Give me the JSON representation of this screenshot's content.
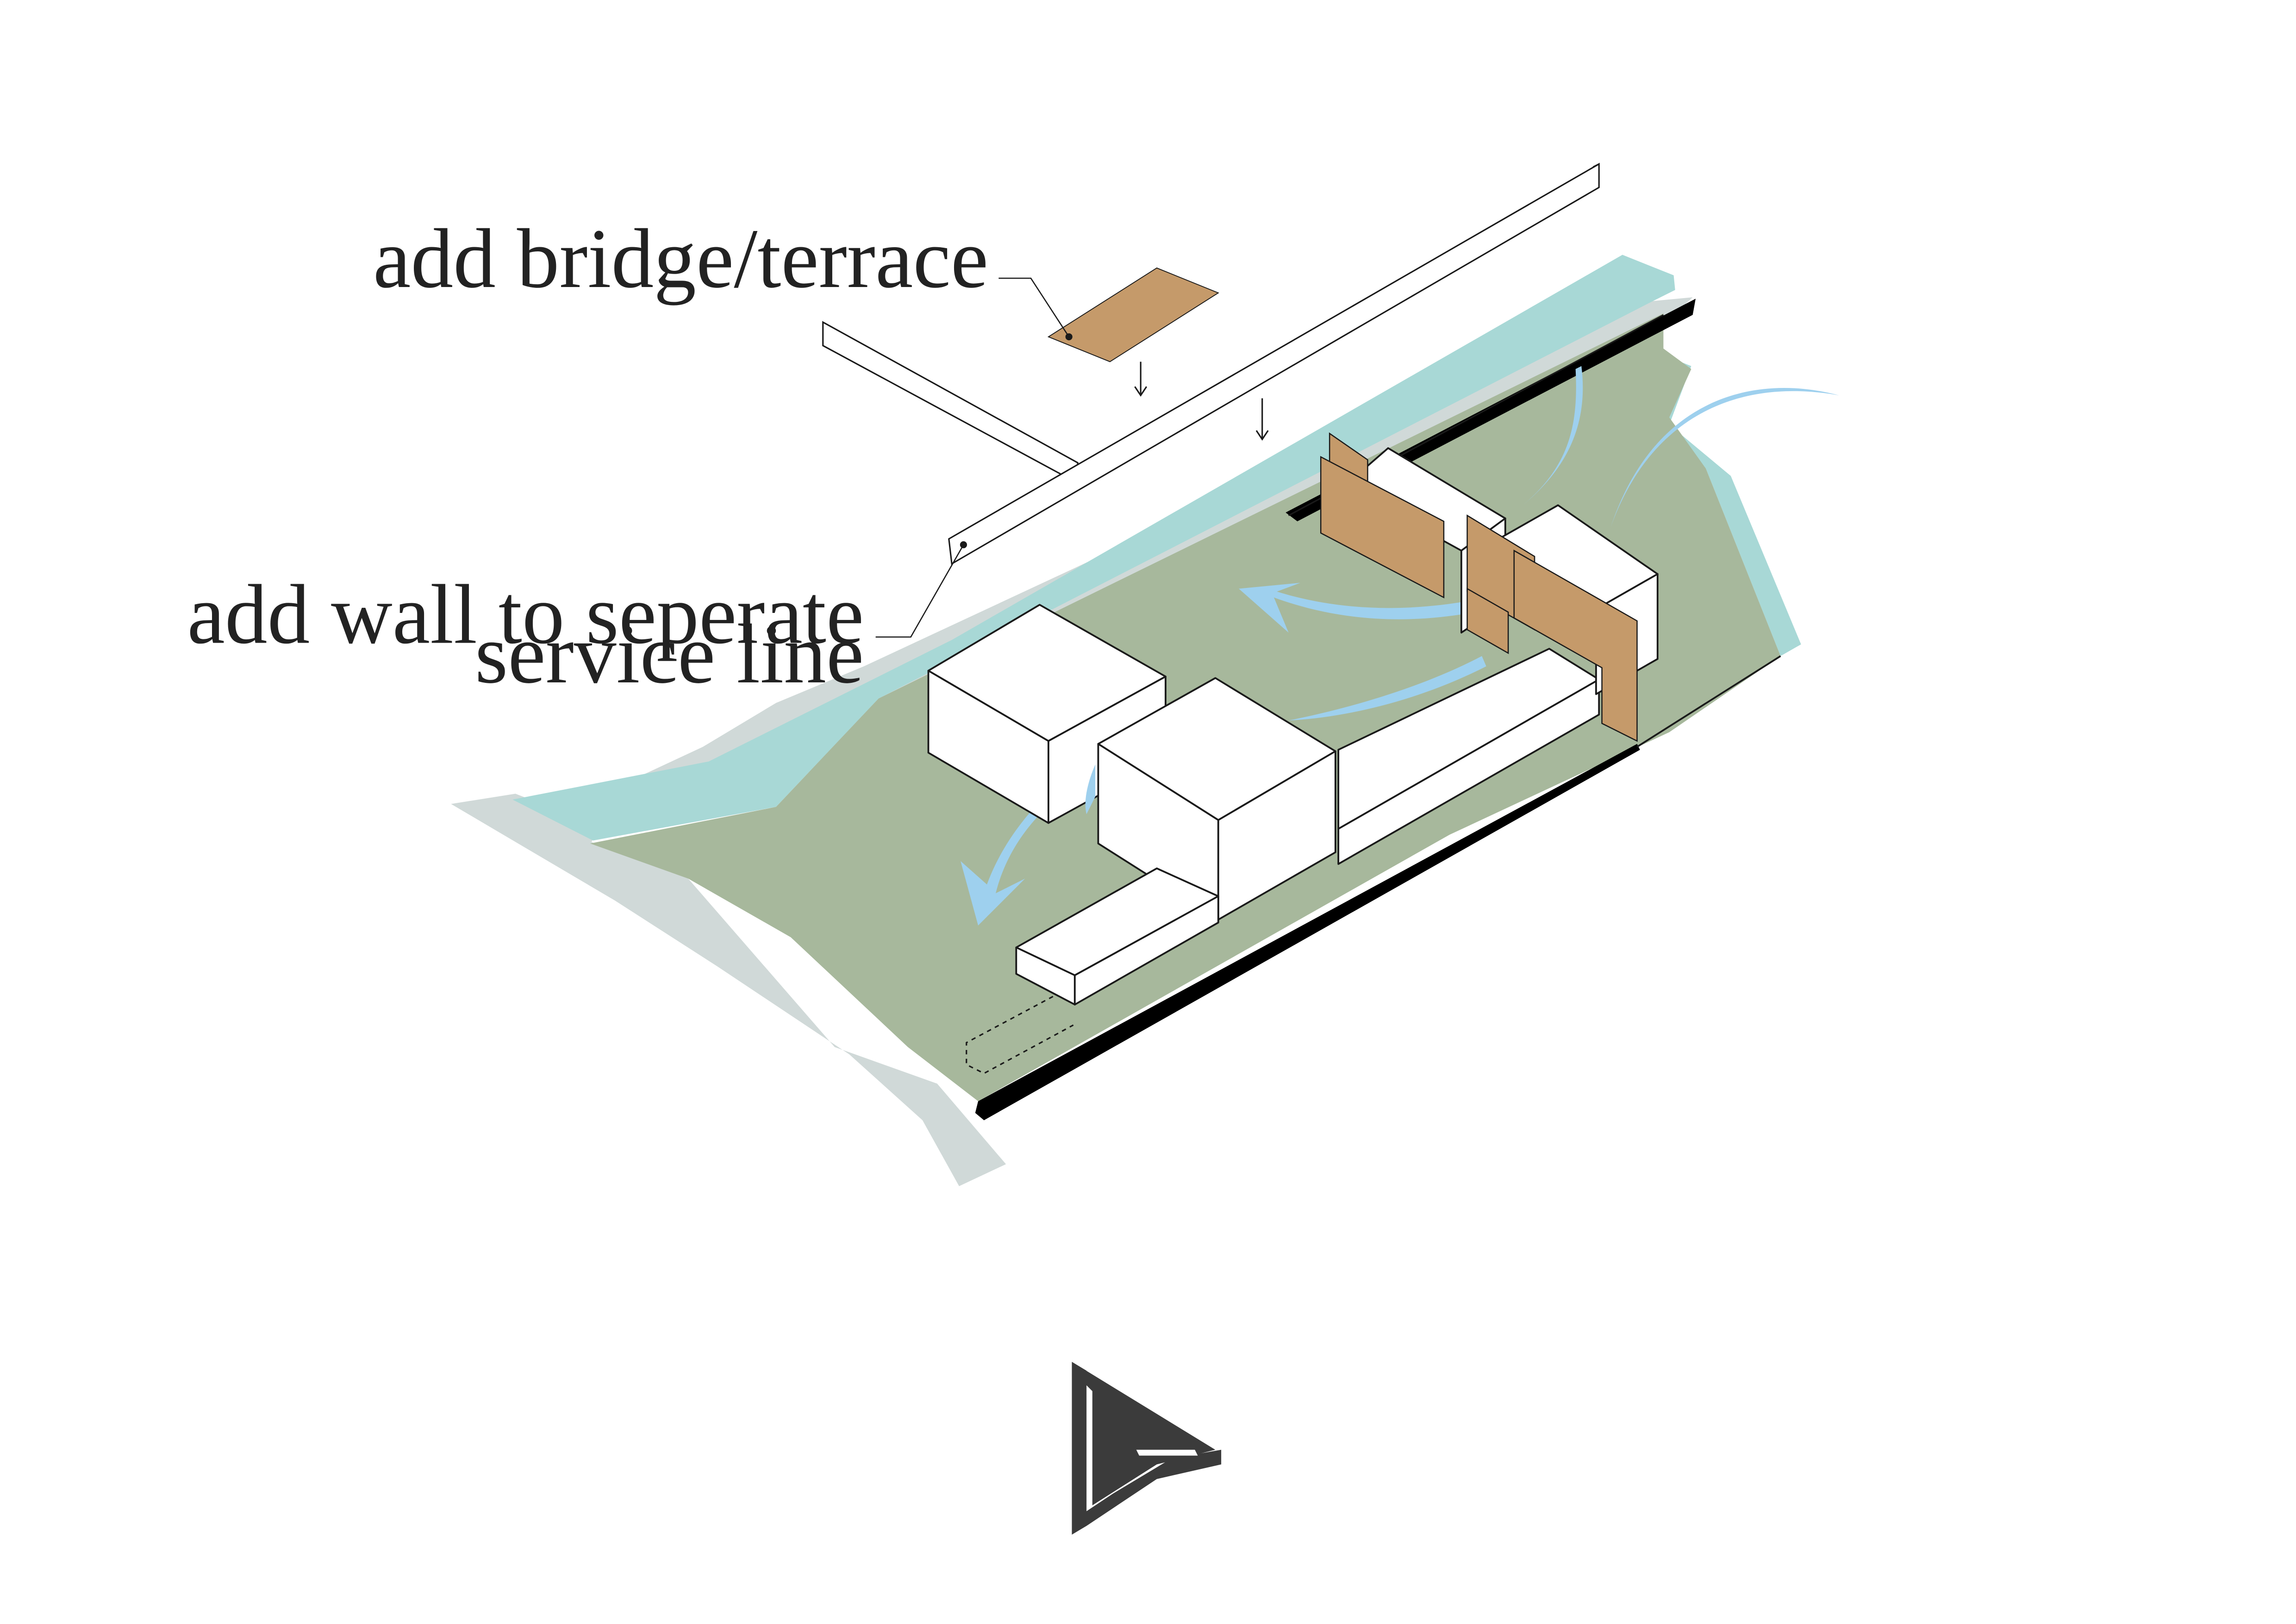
{
  "annotations": {
    "bridge": "add bridge/terrace",
    "wall_line1": "add wall to seperate",
    "wall_line2": "service line"
  },
  "logo": {
    "name": "logo-mark"
  },
  "colors": {
    "site_ground": "#a7b89c",
    "water": "#a8d8d6",
    "street": "#d0d9d8",
    "timber": "#c59a6a",
    "airflow": "#9ed0ee",
    "volume_fill": "#ffffff",
    "outline": "#1a1a1a",
    "edge": "#000000",
    "logo": "#3b3b3b"
  },
  "icons": [
    "airflow-arrow-icon",
    "down-arrow-icon",
    "logo-mark"
  ]
}
